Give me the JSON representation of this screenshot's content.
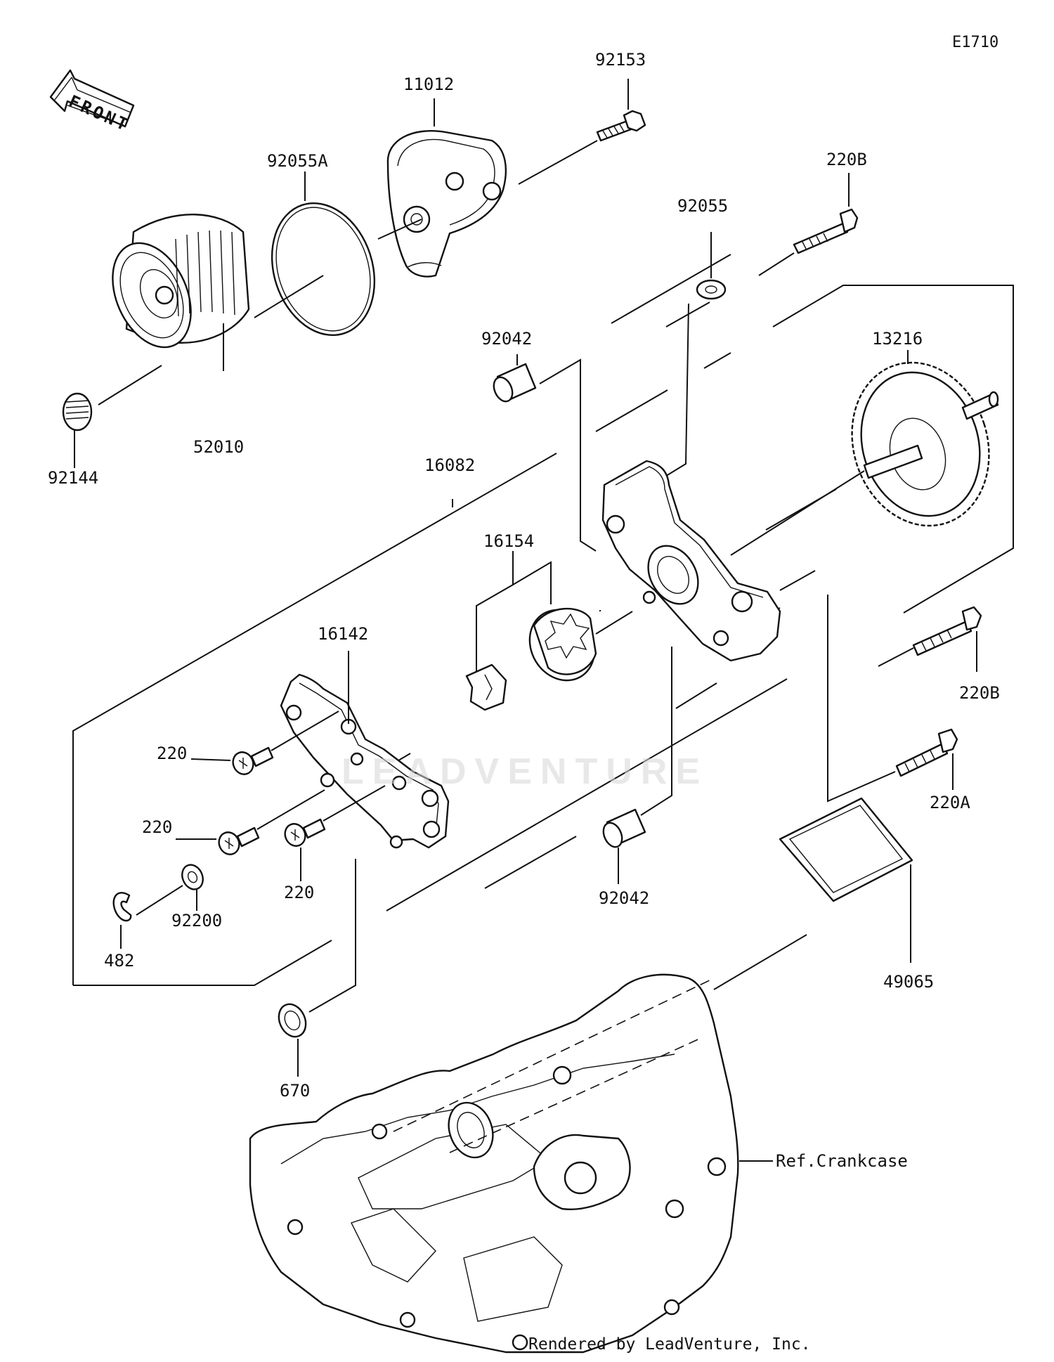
{
  "diagram_code": "E1710",
  "front_label": "FRONT",
  "watermark": "LEADVENTURE",
  "reference_label": "Ref.Crankcase",
  "footer": "Rendered by LeadVenture, Inc.",
  "parts": [
    {
      "id": "p92153",
      "number": "92153",
      "name": "bolt"
    },
    {
      "id": "p11012",
      "number": "11012",
      "name": "oil-filter-cover"
    },
    {
      "id": "p92055A",
      "number": "92055A",
      "name": "o-ring"
    },
    {
      "id": "p220B_top",
      "number": "220B",
      "name": "bolt"
    },
    {
      "id": "p92055",
      "number": "92055",
      "name": "washer"
    },
    {
      "id": "p92042_top",
      "number": "92042",
      "name": "dowel-pin"
    },
    {
      "id": "p13216",
      "number": "13216",
      "name": "oil-pump-gear"
    },
    {
      "id": "p52010",
      "number": "52010",
      "name": "oil-filter"
    },
    {
      "id": "p92144",
      "number": "92144",
      "name": "spring"
    },
    {
      "id": "p16082",
      "number": "16082",
      "name": "oil-pump-assembly"
    },
    {
      "id": "p16154",
      "number": "16154",
      "name": "pump-rotor-set"
    },
    {
      "id": "p16142",
      "number": "16142",
      "name": "pump-cover"
    },
    {
      "id": "p220B_right",
      "number": "220B",
      "name": "bolt"
    },
    {
      "id": "p220_a",
      "number": "220",
      "name": "screw"
    },
    {
      "id": "p220_b",
      "number": "220",
      "name": "screw"
    },
    {
      "id": "p220_c",
      "number": "220",
      "name": "screw"
    },
    {
      "id": "p220A",
      "number": "220A",
      "name": "bolt"
    },
    {
      "id": "p92200",
      "number": "92200",
      "name": "washer"
    },
    {
      "id": "p482",
      "number": "482",
      "name": "circlip"
    },
    {
      "id": "p92042_bottom",
      "number": "92042",
      "name": "dowel-pin"
    },
    {
      "id": "p49065",
      "number": "49065",
      "name": "strainer"
    },
    {
      "id": "p670",
      "number": "670",
      "name": "o-ring"
    }
  ]
}
